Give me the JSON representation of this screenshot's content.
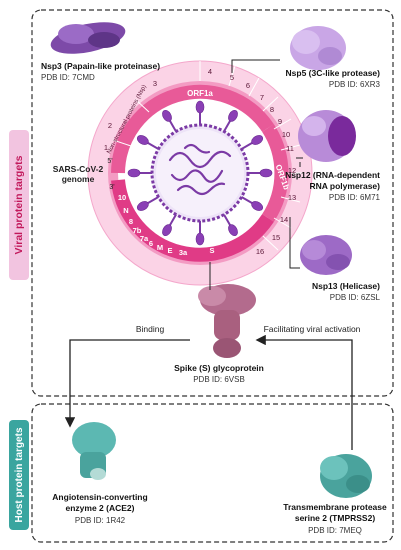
{
  "sections": {
    "viral": "Viral protein targets",
    "host": "Host protein targets"
  },
  "colors": {
    "viral_tab": "#f2c4e0",
    "host_tab": "#3aa59f",
    "ring_outer": "#f7b8d6",
    "ring_inner": "#ef6fa6",
    "orf_band": "#e03b86",
    "virus_purple": "#7b3aa5",
    "protein_purple": "#b88bd8",
    "spike_mauve": "#b36b8d",
    "host_teal": "#59b3ae"
  },
  "genome": {
    "orf1a": "ORF1a",
    "orf1b": "ORF1b",
    "nsp_caption": "Non-structural proteins (Nsp)",
    "name_line1": "SARS-CoV-2",
    "name_line2": "genome",
    "five_prime": "5'",
    "three_prime": "3'",
    "nsp_segments": [
      "1",
      "2",
      "3",
      "4",
      "5",
      "6",
      "7",
      "8",
      "9",
      "10",
      "11",
      "12",
      "13",
      "14",
      "15",
      "16"
    ],
    "structural_segments": [
      "10",
      "N",
      "8",
      "7b",
      "7a",
      "6",
      "M",
      "E",
      "3a",
      "S"
    ]
  },
  "proteins": {
    "nsp3": {
      "name": "Nsp3 (Papain-like proteinase)",
      "pdb": "PDB ID: 7CMD"
    },
    "nsp5": {
      "name": "Nsp5 (3C-like protease)",
      "pdb": "PDB ID: 6XR3"
    },
    "nsp12": {
      "name_line1": "Nsp12 (RNA-dependent",
      "name_line2": "RNA polymerase)",
      "pdb": "PDB ID: 6M71"
    },
    "nsp13": {
      "name": "Nsp13 (Helicase)",
      "pdb": "PDB ID: 6ZSL"
    },
    "spike": {
      "name": "Spike (S) glycoprotein",
      "pdb": "PDB ID: 6VSB"
    },
    "ace2": {
      "name_line1": "Angiotensin-converting",
      "name_line2": "enzyme 2 (ACE2)",
      "pdb": "PDB ID: 1R42"
    },
    "tmprss2": {
      "name_line1": "Transmembrane protease",
      "name_line2": "serine 2 (TMPRSS2)",
      "pdb": "PDB ID: 7MEQ"
    }
  },
  "arrows": {
    "binding": "Binding",
    "activation": "Facilitating viral activation"
  }
}
